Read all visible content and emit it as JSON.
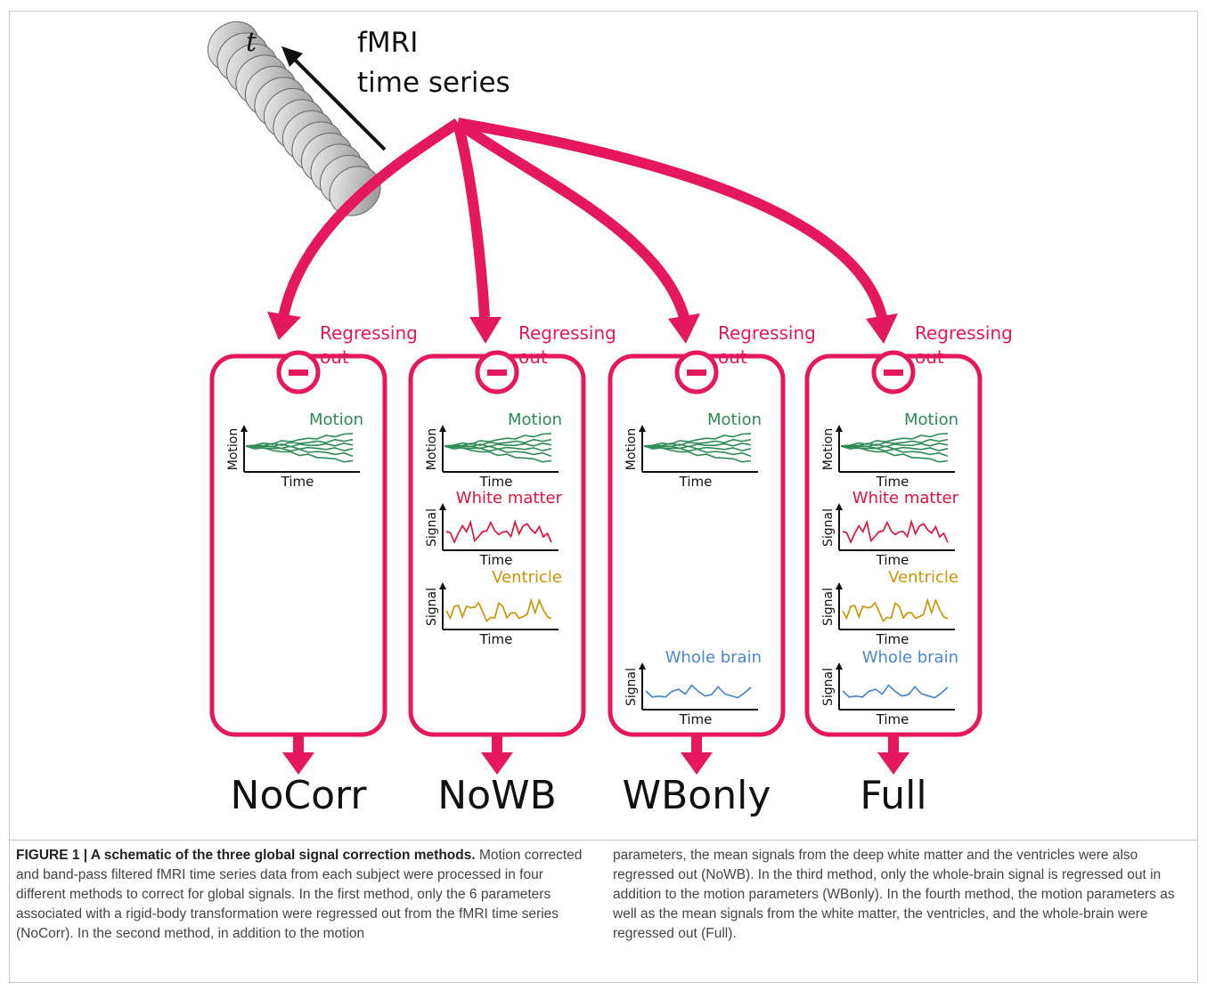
{
  "figure": {
    "t_label": "t",
    "source_title_line1": "fMRI",
    "source_title_line2": "time series",
    "regress_line1": "Regressing",
    "regress_line2": "out",
    "time_label": "Time",
    "motion_axis_label": "Motion",
    "signal_axis_label": "Signal",
    "methods": [
      {
        "name": "NoCorr",
        "regressors": [
          "Motion"
        ]
      },
      {
        "name": "NoWB",
        "regressors": [
          "Motion",
          "White matter",
          "Ventricle"
        ]
      },
      {
        "name": "WBonly",
        "regressors": [
          "Motion",
          "Whole brain"
        ]
      },
      {
        "name": "Full",
        "regressors": [
          "Motion",
          "White matter",
          "Ventricle",
          "Whole brain"
        ]
      }
    ],
    "colors": {
      "arrow": "#e5175f",
      "motion": "#2e8b57",
      "white_matter": "#dc143c",
      "ventricle": "#c8960a",
      "whole_brain": "#4a86c8",
      "text": "#111111"
    }
  },
  "caption": {
    "heading": "FIGURE 1 | A schematic of the three global signal correction methods.",
    "left_text": " Motion corrected and band-pass filtered fMRI time series data from each subject were processed in four different methods to correct for global signals. In the first method, only the 6 parameters associated with a rigid-body transformation were regressed out from the fMRI time series (NoCorr). In the second method, in addition to the motion",
    "right_text": "parameters, the mean signals from the deep white matter and the ventricles were also regressed out (NoWB). In the third method, only the whole-brain signal is regressed out in addition to the motion parameters (WBonly). In the fourth method, the motion parameters as well as the mean signals from the white matter, the ventricles, and the whole-brain were regressed out (Full)."
  }
}
